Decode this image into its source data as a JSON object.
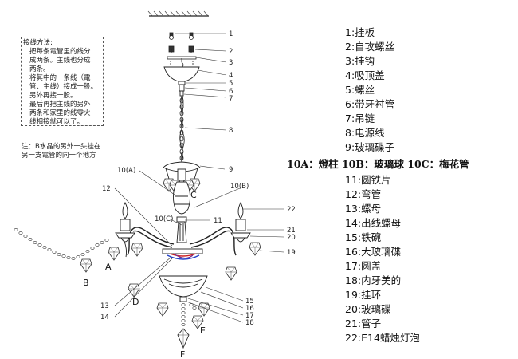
{
  "wiring_note": {
    "title": "接线方法:",
    "lines": [
      "把每条電管里的线分",
      "成两条。主线也分成",
      "两条。",
      "将其中的一条线（電",
      "管、主线）接成一股。",
      "另外再接一股。",
      "最后再把主线的另外",
      "两条和家里的线零火",
      "线相接就可以了。"
    ]
  },
  "crystal_note": {
    "lines": [
      "注：B水晶的另外一头挂在",
      "另一支電管的同一个地方"
    ]
  },
  "callouts": {
    "n1": "1",
    "n2": "2",
    "n3": "3",
    "n4": "4",
    "n5": "5",
    "n6": "6",
    "n7": "7",
    "n8": "8",
    "n9": "9",
    "n10a": "10(A)",
    "n10b": "10(B)",
    "n10c": "10(C)",
    "n11": "11",
    "n12": "12",
    "n13": "13",
    "n14": "14",
    "n15": "15",
    "n16": "16",
    "n17": "17",
    "n18": "18",
    "n19": "19",
    "n20": "20",
    "n21": "21",
    "n22": "22",
    "A": "A",
    "B": "B",
    "C": "C",
    "D": "D",
    "E": "E",
    "F": "F"
  },
  "legend": [
    "1:挂板",
    "2:自攻螺丝",
    "3:挂钩",
    "4:吸顶盖",
    "5:螺丝",
    "6:带牙衬管",
    "7:吊链",
    "8:电源线",
    "9:玻璃碟子",
    "10A：燈柱 10B：玻璃球 10C：梅花管",
    "11:圆铁片",
    "12:弯管",
    "13:螺母",
    "14:出线螺母",
    "15:铁碗",
    "16:大玻璃碟",
    "17:圆盖",
    "18:内牙美的",
    "19:挂环",
    "20:玻璃碟",
    "21:管子",
    "22:E14蜡烛灯泡"
  ]
}
